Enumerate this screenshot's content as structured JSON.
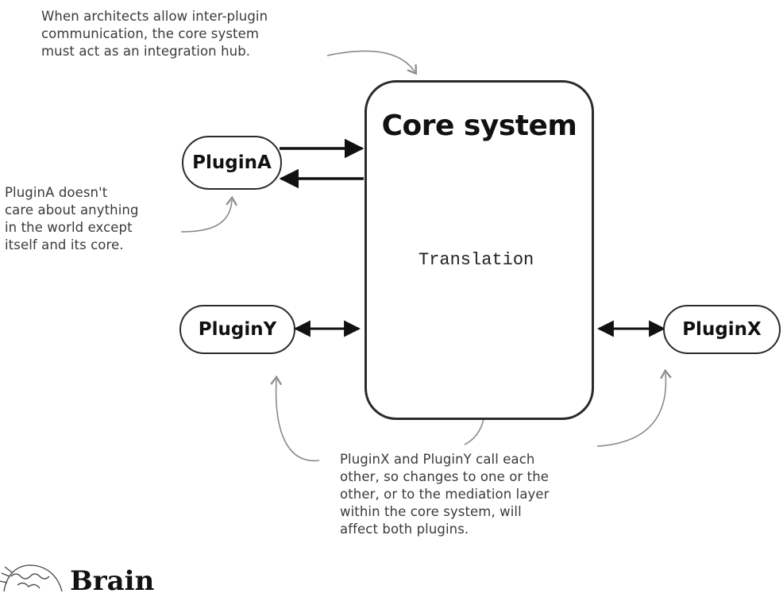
{
  "core": {
    "title": "Core system",
    "translation_label": "Translation"
  },
  "plugins": {
    "a": "PluginA",
    "y": "PluginY",
    "x": "PluginX"
  },
  "notes": {
    "top": "When architects allow inter-plugin\ncommunication, the core system\nmust act as an integration hub.",
    "left": "PluginA doesn't\ncare about anything\nin the world except\nitself and its core.",
    "bottom": "PluginX and PluginY call each\nother, so changes to one or the\nother, or to the mediation layer\nwithin the core system, will\naffect both plugins."
  },
  "brain_label": "Brain",
  "icons": {
    "document": "document-icon",
    "mascot": "brain-mascot-icon"
  }
}
